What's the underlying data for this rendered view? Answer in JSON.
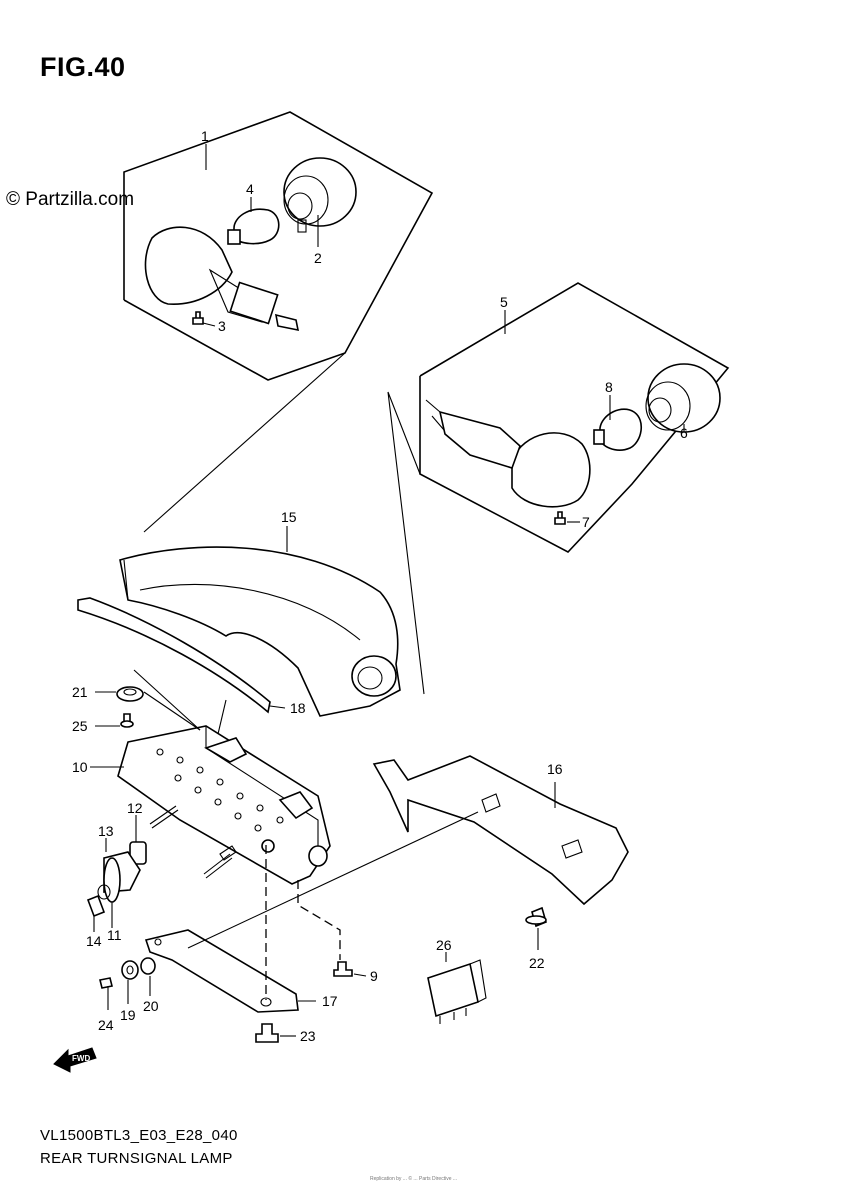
{
  "figure_title": "FIG.40",
  "watermark": "© Partzilla.com",
  "model_code": "VL1500BTL3_E03_E28_040",
  "caption": "REAR TURNSIGNAL LAMP",
  "footer_note": "Replication by ... © ... Parts Directive ...",
  "fwd_label": "FWD",
  "callouts": {
    "c1": "1",
    "c2": "2",
    "c3": "3",
    "c4": "4",
    "c5": "5",
    "c6": "6",
    "c7": "7",
    "c8": "8",
    "c9": "9",
    "c10": "10",
    "c11": "11",
    "c12": "12",
    "c13": "13",
    "c14": "14",
    "c15": "15",
    "c16": "16",
    "c17": "17",
    "c18": "18",
    "c19": "19",
    "c20": "20",
    "c21": "21",
    "c22": "22",
    "c23": "23",
    "c24": "24",
    "c25": "25",
    "c26": "26"
  }
}
